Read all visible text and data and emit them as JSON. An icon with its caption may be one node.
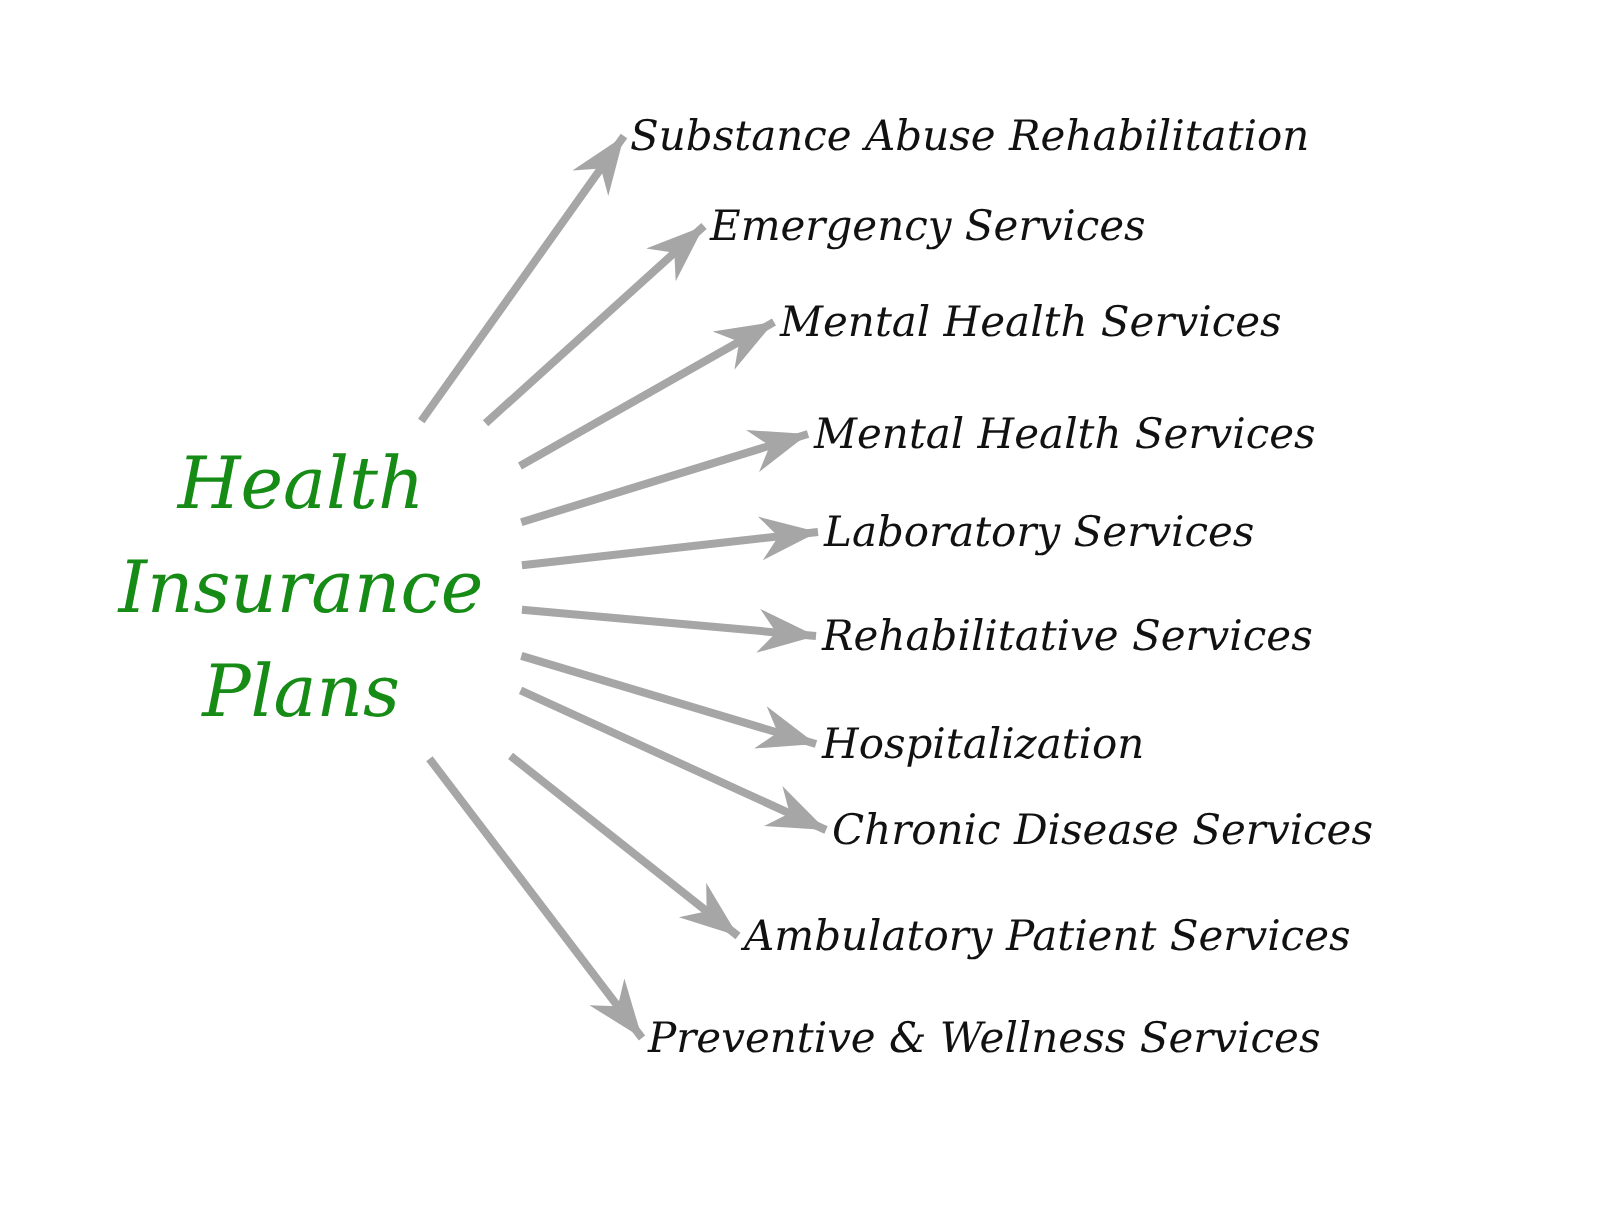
{
  "diagram": {
    "nodes": [
      {
        "text": [
          "Health Insurance Plans"
        ]
      },
      {
        "text": [
          "Substance Abuse Rehabilitation"
        ]
      },
      {
        "text": [
          "Emergency Services"
        ]
      },
      {
        "text": [
          "Mental Health Services"
        ]
      },
      {
        "text": [
          "Mental Health Services"
        ]
      },
      {
        "text": [
          "Laboratory Services"
        ]
      },
      {
        "text": [
          "Rehabilitative Services"
        ]
      },
      {
        "text": [
          "Hospitalization"
        ]
      },
      {
        "text": [
          "Chronic Disease Services"
        ]
      },
      {
        "text": [
          "Ambulatory Patient Services"
        ]
      },
      {
        "text": [
          "Preventive & Wellness Services"
        ]
      }
    ],
    "edges": [
      {
        "from": 0,
        "to": 1,
        "arrow": "to"
      },
      {
        "from": 0,
        "to": 2,
        "arrow": "to"
      },
      {
        "from": 0,
        "to": 3,
        "arrow": "to"
      },
      {
        "from": 0,
        "to": 4,
        "arrow": "to"
      },
      {
        "from": 0,
        "to": 5,
        "arrow": "to"
      },
      {
        "from": 0,
        "to": 6,
        "arrow": "to"
      },
      {
        "from": 0,
        "to": 7,
        "arrow": "to"
      },
      {
        "from": 0,
        "to": 8,
        "arrow": "to"
      },
      {
        "from": 0,
        "to": 9,
        "arrow": "to"
      },
      {
        "from": 0,
        "to": 10,
        "arrow": "to"
      }
    ]
  }
}
